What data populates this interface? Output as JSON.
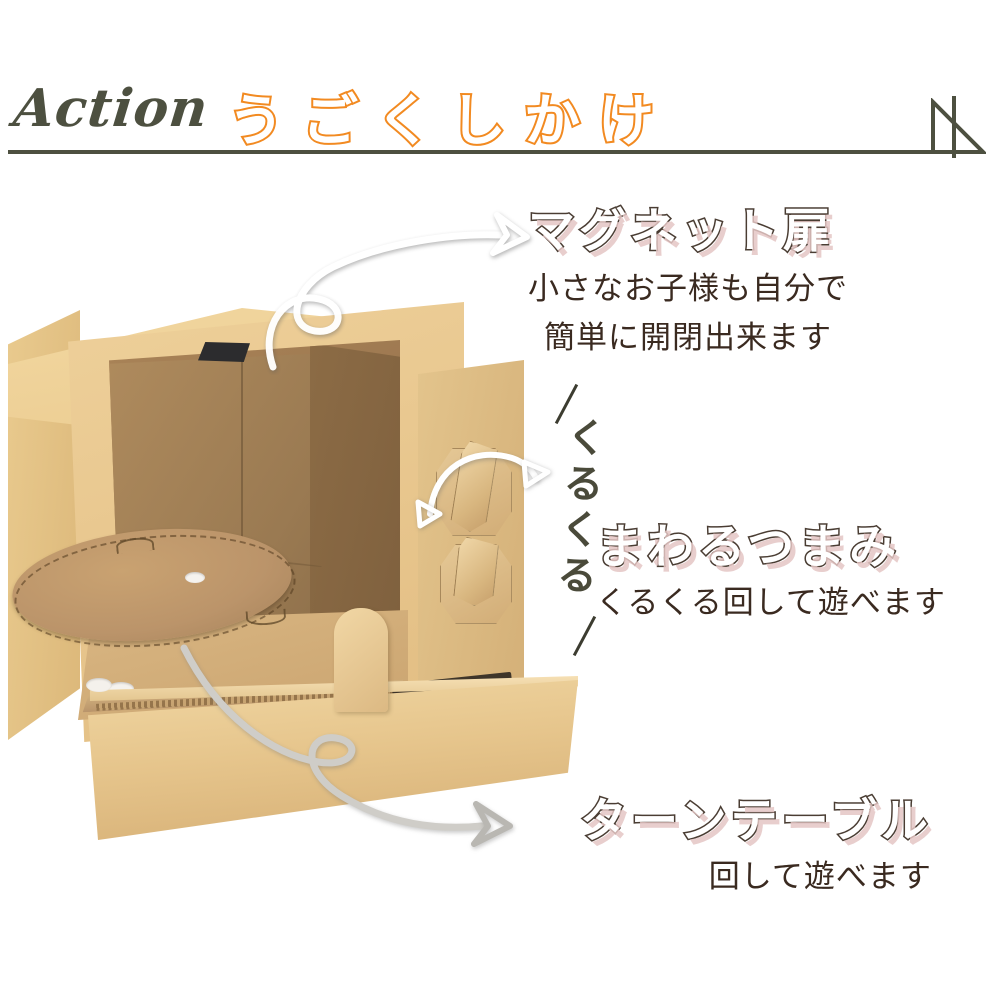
{
  "header": {
    "script_word": "Action",
    "jp_title": "うごくしかけ",
    "rule_color": "#4d5040",
    "jp_title_color": "#F28A21"
  },
  "annotations": [
    {
      "id": "magnet-door",
      "title": "マグネット扉",
      "sub_line1": "小さなお子様も自分で",
      "sub_line2": "簡単に開閉出来ます"
    },
    {
      "id": "turning-knob",
      "title": "まわるつまみ",
      "sub_line1": "くるくる回して遊べます"
    },
    {
      "id": "turntable",
      "title": "ターンテーブル",
      "sub_line1": "回して遊べます"
    }
  ],
  "vertical_note": {
    "text": "くるくる",
    "color": "#4a4a3a"
  },
  "product": {
    "name": "cardboard-microwave-toy",
    "colors": {
      "cardboard_light": "#EED09A",
      "cardboard_mid": "#D9B682",
      "cardboard_dark": "#9A7A52",
      "magnet_patch": "#2C2C2E",
      "background": "#FFFFFF"
    },
    "parts": [
      "box-top",
      "box-left-side",
      "front-frame",
      "inner-cavity",
      "turntable-plate",
      "right-control-panel",
      "knob-upper",
      "knob-lower",
      "magnet-door",
      "door-handle",
      "magnet-patch"
    ]
  },
  "arrows": [
    {
      "id": "door-arrow",
      "points_to": "magnet-door-label",
      "style": "white-curly-loop"
    },
    {
      "id": "knob-arrow",
      "points_to": "knob",
      "style": "white-double-headed-curve"
    },
    {
      "id": "turntable-arrow",
      "points_to": "turntable-label",
      "style": "gray-curly-loop"
    }
  ]
}
